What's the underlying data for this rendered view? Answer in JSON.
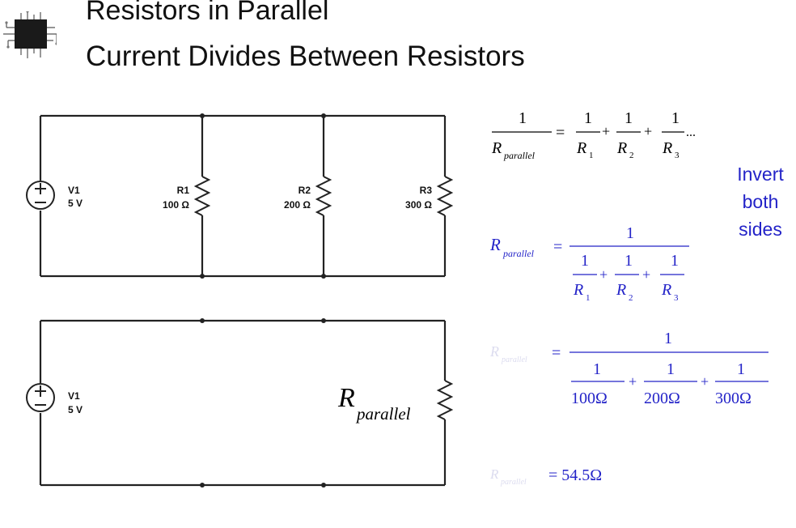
{
  "title": {
    "line1": "Resistors in Parallel",
    "line2": "Current Divides Between Resistors"
  },
  "circuit_top": {
    "source": {
      "name": "V1",
      "value": "5 V"
    },
    "resistors": [
      {
        "name": "R1",
        "value": "100 Ω"
      },
      {
        "name": "R2",
        "value": "200 Ω"
      },
      {
        "name": "R3",
        "value": "300 Ω"
      }
    ]
  },
  "circuit_bottom": {
    "source": {
      "name": "V1",
      "value": "5 V"
    },
    "resistor_label": {
      "main": "R",
      "sub": "parallel"
    }
  },
  "equations": {
    "one": "1",
    "r_main": "R",
    "r_sub_parallel": "parallel",
    "r_sub_1": "1",
    "r_sub_2": "2",
    "r_sub_3": "3",
    "equals": "=",
    "plus": "+",
    "ellipsis": "...",
    "den_1": "100Ω",
    "den_2": "200Ω",
    "den_3": "300Ω",
    "result": "= 54.5Ω"
  },
  "note": {
    "lines": [
      "Invert",
      "both",
      "sides"
    ]
  },
  "colors": {
    "equation": "#2323c8",
    "wire": "#222222"
  }
}
